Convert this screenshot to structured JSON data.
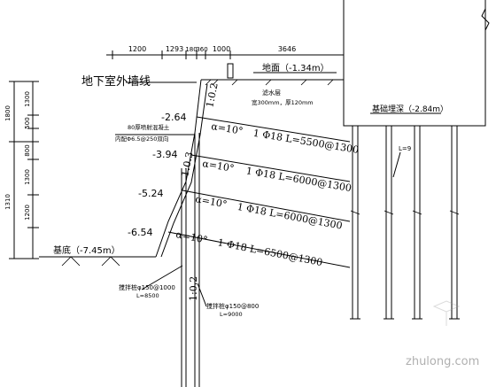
{
  "top_dims": [
    "1200",
    "1293",
    "180",
    "360",
    "1000",
    "3646"
  ],
  "left_dims": [
    "1800",
    "1300",
    "500",
    "800",
    "1300",
    "1200",
    "1310"
  ],
  "labels": {
    "wall": "地下室外墙线",
    "ground": "地面（-1.34m）",
    "pit_bottom": "基底（-7.45m）",
    "foundation_depth": "基础埋深（-2.84m）",
    "slope_upper": "1:0.2",
    "slope_mid": "1:0.3",
    "slope_lower": "1:0.2",
    "shotcrete": "80厚喷射混凝土",
    "mesh": "内配Φ6.5@250双向",
    "drain_layer": "滤水层",
    "drain_spec": "宽300mm，厚120mm",
    "pile_a": "搅拌桩φ150@1000",
    "pile_a_len": "L=8500",
    "pile_b": "搅拌桩φ150@800",
    "pile_b_len": "L=9000",
    "pile_tag": "L=9",
    "watermark": "zhulong.com"
  },
  "anchors": [
    {
      "level": "-2.64",
      "angle": "α=10°",
      "spec": "1 Φ18  L=5500@1300"
    },
    {
      "level": "-3.94",
      "angle": "α=10°",
      "spec": "1 Φ18  L=6000@1300"
    },
    {
      "level": "-5.24",
      "angle": "α=10°",
      "spec": "1 Φ18  L=6000@1300"
    },
    {
      "level": "-6.54",
      "angle": "α=10°",
      "spec": "1 Φ18  L=6500@1300"
    }
  ]
}
